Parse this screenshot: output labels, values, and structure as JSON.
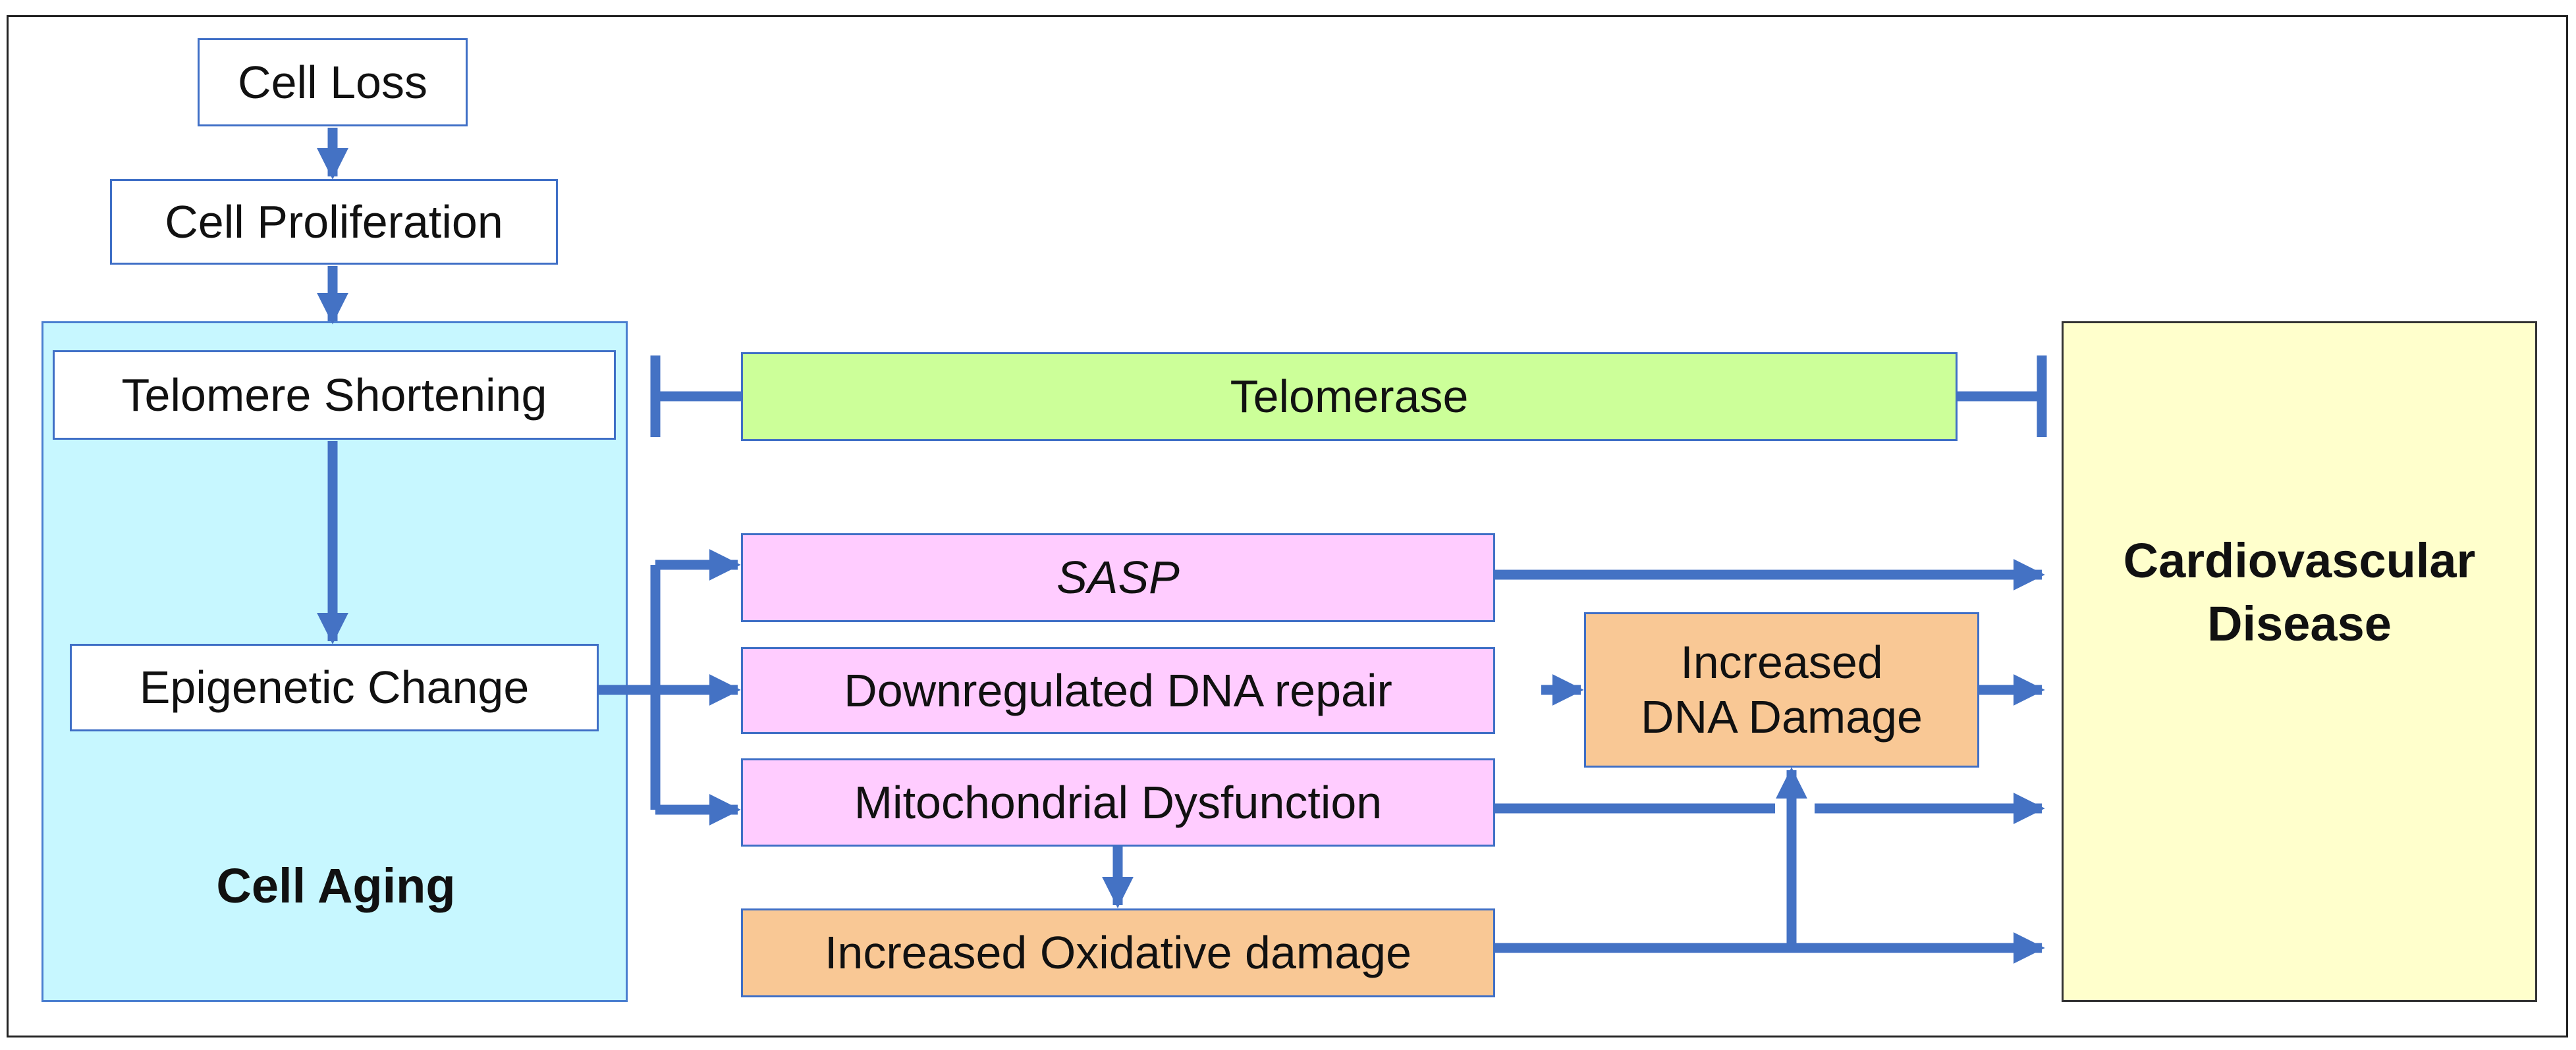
{
  "nodes": {
    "cell_loss": "Cell Loss",
    "cell_proliferation": "Cell Proliferation",
    "telomere_shortening": "Telomere Shortening",
    "epigenetic_change": "Epigenetic Change",
    "cell_aging": "Cell Aging",
    "telomerase": "Telomerase",
    "sasp": "SASP",
    "dna_repair": "Downregulated DNA repair",
    "mito_dysfunction": "Mitochondrial Dysfunction",
    "oxidative_damage": "Increased Oxidative damage",
    "dna_damage_line1": "Increased",
    "dna_damage_line2": "DNA Damage",
    "cvd_line1": "Cardiovascular",
    "cvd_line2": "Disease"
  },
  "colors": {
    "arrow": "#4472c4",
    "aging_region": "#c7f7ff",
    "telomerase": "#ccff99",
    "pink_box": "#ffccff",
    "orange_box": "#f9c895",
    "disease_region": "#ffffcc"
  }
}
